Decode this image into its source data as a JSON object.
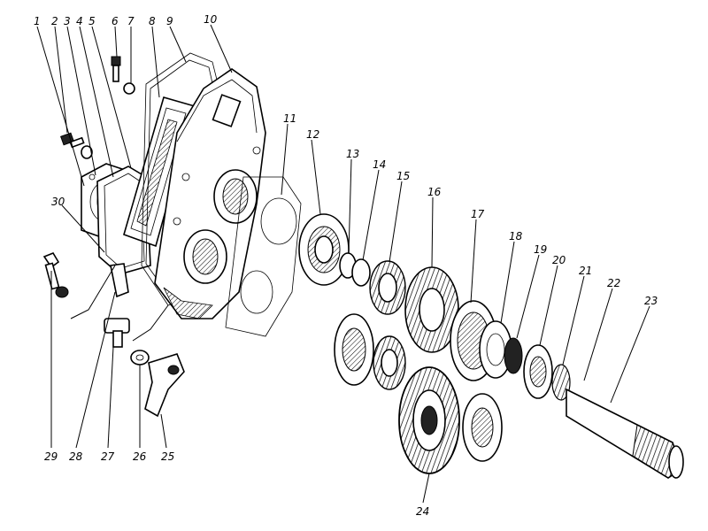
{
  "callouts": [
    "1",
    "2",
    "3",
    "4",
    "5",
    "6",
    "7",
    "8",
    "9",
    "10",
    "11",
    "12",
    "13",
    "14",
    "15",
    "16",
    "17",
    "18",
    "19",
    "20",
    "21",
    "22",
    "23",
    "24",
    "25",
    "26",
    "27",
    "28",
    "29",
    "30"
  ]
}
